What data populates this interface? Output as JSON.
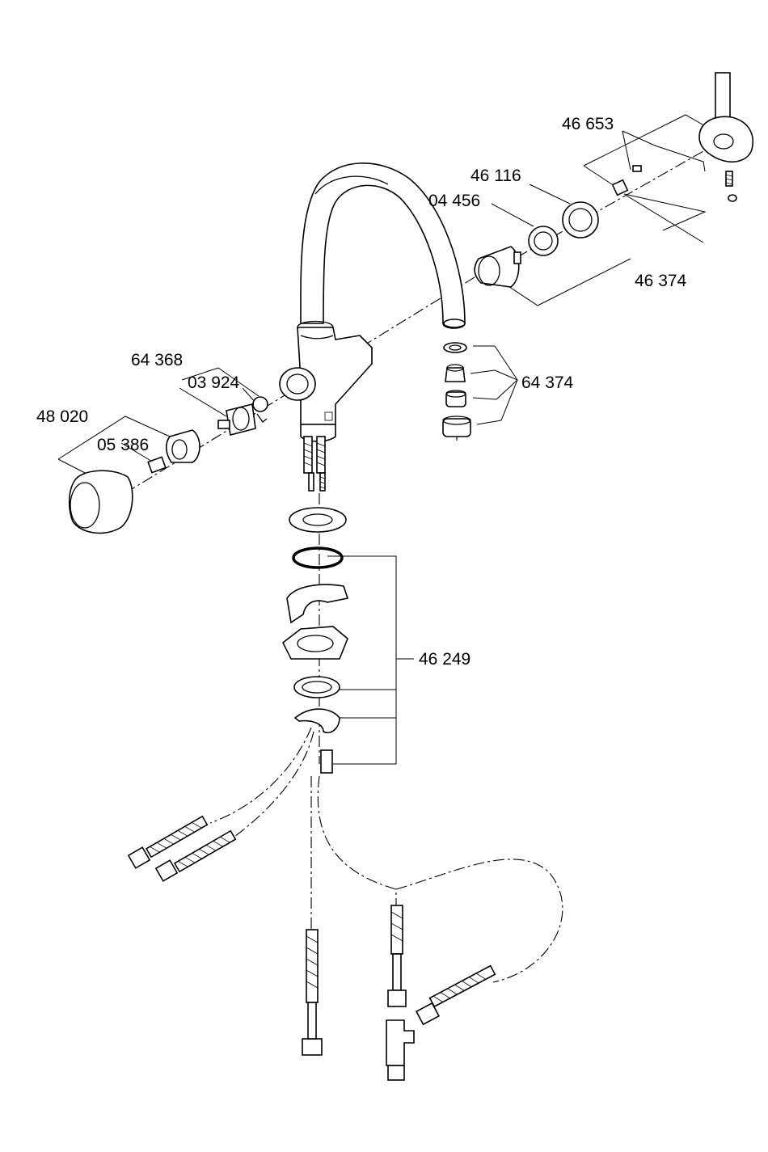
{
  "labels": {
    "p46653": "46 653",
    "p46116": "46 116",
    "p04456": "04 456",
    "p46374": "46 374",
    "p64368": "64 368",
    "p03924": "03 924",
    "p64374": "64 374",
    "p48020": "48 020",
    "p05386": "05 386",
    "p46249": "46 249"
  }
}
